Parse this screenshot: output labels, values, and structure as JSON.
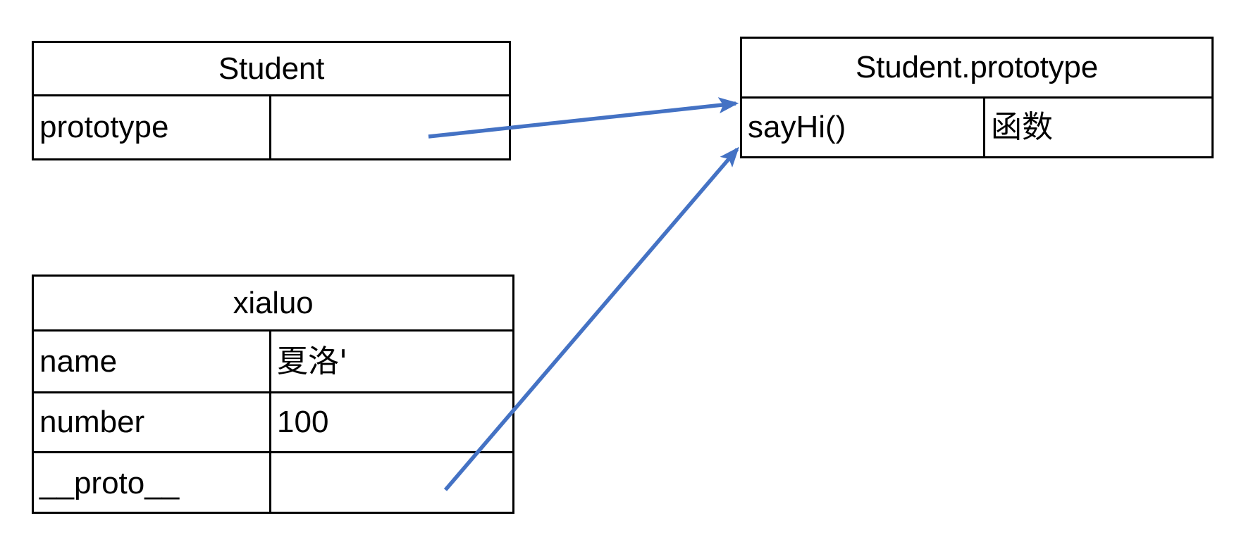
{
  "diagram": {
    "title": "JavaScript prototype chain diagram",
    "background": "#ffffff",
    "line_color": "#000000",
    "arrow_color": "#4472C4"
  },
  "tables": {
    "student": {
      "header": "Student",
      "rows": [
        {
          "key": "prototype",
          "value": ""
        }
      ]
    },
    "student_prototype": {
      "header": "Student.prototype",
      "rows": [
        {
          "key": "sayHi()",
          "value": "函数"
        }
      ]
    },
    "xialuo": {
      "header": "xialuo",
      "rows": [
        {
          "key": "name",
          "value": "夏洛'"
        },
        {
          "key": "number",
          "value": "100"
        },
        {
          "key": "__proto__",
          "value": ""
        }
      ]
    }
  },
  "arrows": [
    {
      "name": "student-prototype-to-student-prototype-table",
      "from": "Student.prototype cell",
      "to": "Student.prototype table",
      "color": "#4472C4"
    },
    {
      "name": "xialuo-proto-to-student-prototype-table",
      "from": "xialuo.__proto__ cell",
      "to": "Student.prototype table",
      "color": "#4472C4"
    }
  ]
}
